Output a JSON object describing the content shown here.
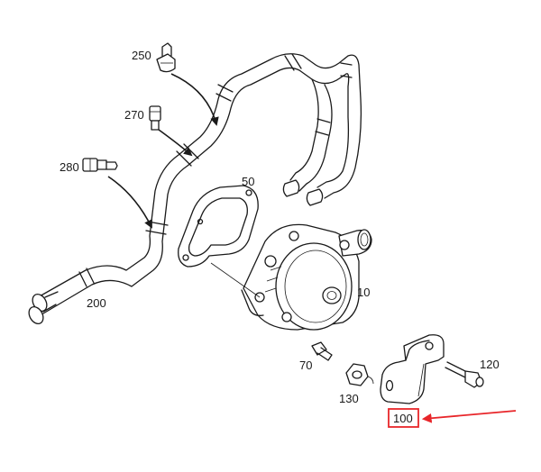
{
  "parts": {
    "p250": {
      "label": "250",
      "name": "clip"
    },
    "p270": {
      "label": "270",
      "name": "sensor"
    },
    "p280": {
      "label": "280",
      "name": "temperature sensor"
    },
    "p50": {
      "label": "50",
      "name": "gasket"
    },
    "p10": {
      "label": "10",
      "name": "water pump"
    },
    "p200": {
      "label": "200",
      "name": "hose"
    },
    "p70": {
      "label": "70",
      "name": "bolt"
    },
    "p130": {
      "label": "130",
      "name": "nut"
    },
    "p120": {
      "label": "120",
      "name": "bolt"
    },
    "p100": {
      "label": "100",
      "name": "bracket"
    }
  },
  "highlight": {
    "part": "100",
    "color": "#e8262a"
  }
}
